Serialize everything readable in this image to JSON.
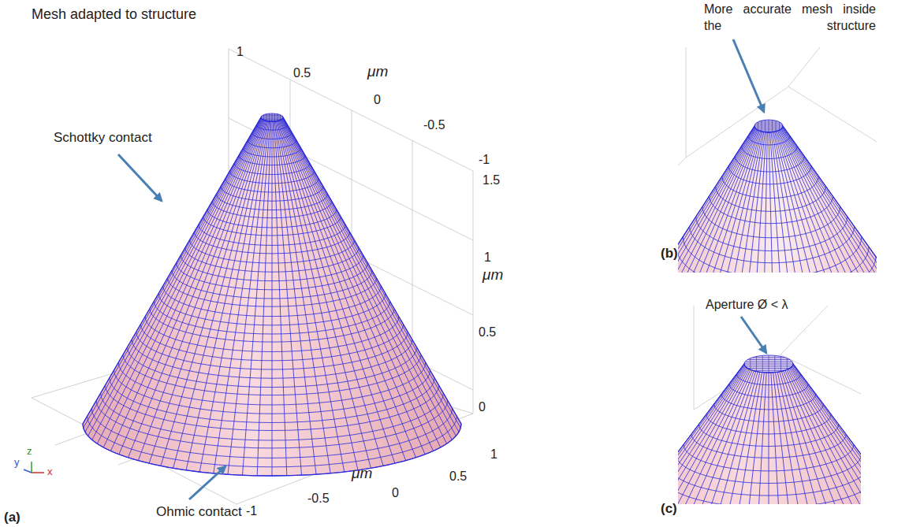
{
  "diagram": {
    "labels": [
      "Mesh adapted to structure",
      "Schottky contact",
      "Ohmic contact",
      "(a)",
      "1",
      "0.5",
      "μm",
      "0",
      "-0.5",
      "-1",
      "1.5",
      "1",
      "μm",
      "0.5",
      "0",
      "1",
      "0.5",
      "0",
      "-0.5",
      "μm",
      "-1",
      "y",
      "z",
      "x",
      "More accurate mesh inside the structure",
      "(b)",
      "Aperture Ø < λ",
      "(c)"
    ]
  }
}
